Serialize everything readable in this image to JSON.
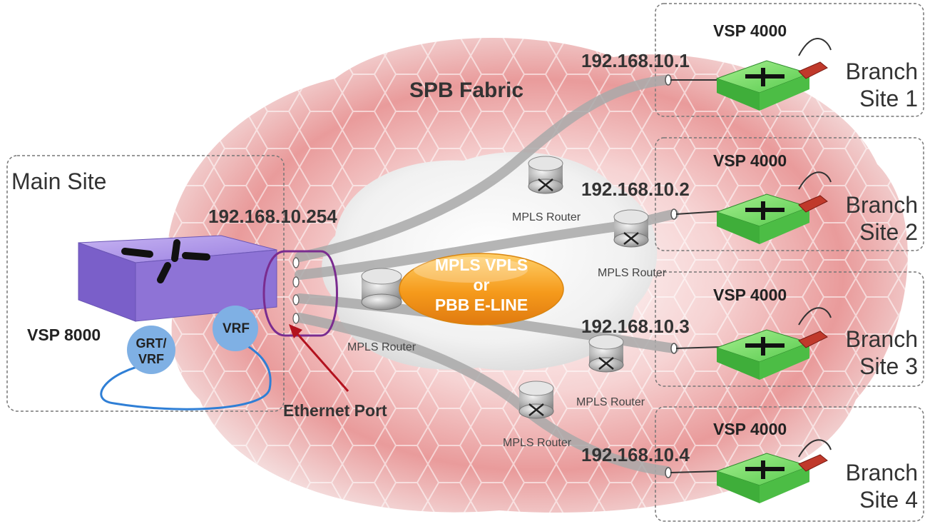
{
  "title": "SPB Fabric",
  "main_site": {
    "label": "Main Site",
    "switch_label": "VSP 8000",
    "ip": "192.168.10.254",
    "grt_vrf": "GRT/ VRF",
    "vrf": "VRF",
    "ethernet_port": "Ethernet Port"
  },
  "core": {
    "line1": "MPLS VPLS",
    "line2": "or",
    "line3": "PBB E-LINE"
  },
  "mpls_router_label": "MPLS Router",
  "branches": [
    {
      "switch": "VSP 4000",
      "ip": "192.168.10.1",
      "line1": "Branch",
      "line2": "Site 1"
    },
    {
      "switch": "VSP 4000",
      "ip": "192.168.10.2",
      "line1": "Branch",
      "line2": "Site 2"
    },
    {
      "switch": "VSP 4000",
      "ip": "192.168.10.3",
      "line1": "Branch",
      "line2": "Site 3"
    },
    {
      "switch": "VSP 4000",
      "ip": "192.168.10.4",
      "line1": "Branch",
      "line2": "Site 4"
    }
  ],
  "colors": {
    "fabric": "#e9a3a3",
    "main_switch": "#9b7fd6",
    "branch_switch": "#58c957",
    "core_oval": "#f2a31f",
    "vrf_circle": "#7fb0e4",
    "port_ring": "#7a2c8f",
    "arrow": "#b3121e",
    "loop": "#2f7fd6"
  }
}
